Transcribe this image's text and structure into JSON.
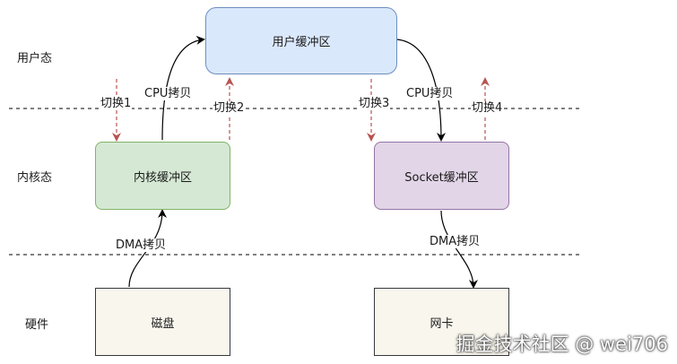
{
  "lanes": {
    "user": "用户态",
    "kernel": "内核态",
    "hardware": "硬件"
  },
  "boxes": {
    "user_buffer": "用户缓冲区",
    "kernel_buffer": "内核缓冲区",
    "socket_buffer": "Socket缓冲区",
    "disk": "磁盘",
    "nic": "网卡"
  },
  "labels": {
    "cpu_copy_left": "CPU拷贝",
    "cpu_copy_right": "CPU拷贝",
    "dma_copy_left": "DMA拷贝",
    "dma_copy_right": "DMA拷贝",
    "switch1": "切换1",
    "switch2": "切换2",
    "switch3": "切换3",
    "switch4": "切换4"
  },
  "colors": {
    "user_buffer_fill": "#dae8fc",
    "user_buffer_stroke": "#6c8ebf",
    "kernel_buffer_fill": "#d5e8d4",
    "kernel_buffer_stroke": "#82b366",
    "socket_buffer_fill": "#e1d5e7",
    "socket_buffer_stroke": "#9673a6",
    "hardware_fill": "#f9f7ed",
    "hardware_stroke": "#36393d",
    "switch_arrow": "#b85450"
  },
  "watermark": "掘金技术社区 @ wei706"
}
